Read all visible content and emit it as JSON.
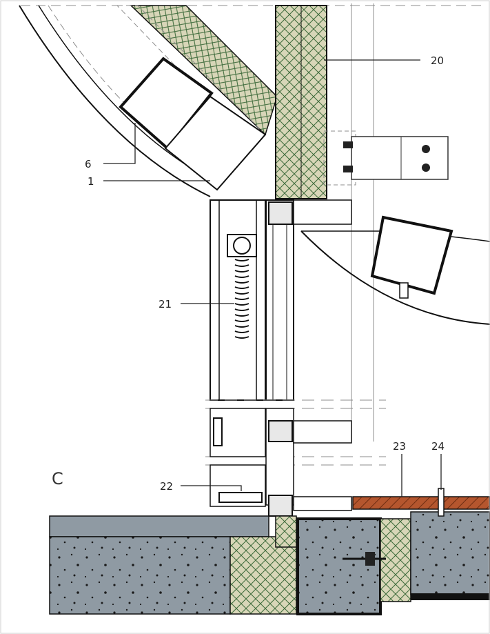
{
  "section_letter": "C",
  "callouts": {
    "c1": "1",
    "c6": "6",
    "c20": "20",
    "c21": "21",
    "c22": "22",
    "c23": "23",
    "c24": "24"
  },
  "colors": {
    "paper": "#ffffff",
    "line": "#111111",
    "dash": "#8c8c8c",
    "concrete": "#8f9aa3",
    "insulation": "#d8d6b8",
    "insulation_hatch": "#3c6a3a",
    "timber": "#b5562e",
    "frame": "#1a1a1a"
  }
}
